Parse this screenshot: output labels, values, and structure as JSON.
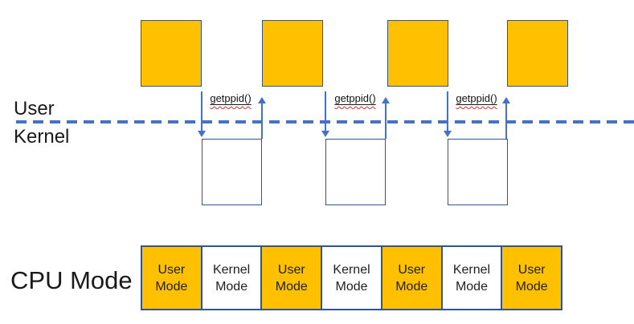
{
  "labels": {
    "user": "User",
    "kernel": "Kernel",
    "cpu_mode": "CPU Mode"
  },
  "syscall_groups": [
    {
      "label": "getppid()"
    },
    {
      "label": "getppid()"
    },
    {
      "label": "getppid()"
    }
  ],
  "cpu_row": {
    "cells": [
      {
        "mode": "user",
        "lines": [
          "User",
          "Mode"
        ]
      },
      {
        "mode": "kernel",
        "lines": [
          "Kernel",
          "Mode"
        ]
      },
      {
        "mode": "user",
        "lines": [
          "User",
          "Mode"
        ]
      },
      {
        "mode": "kernel",
        "lines": [
          "Kernel",
          "Mode"
        ]
      },
      {
        "mode": "user",
        "lines": [
          "User",
          "Mode"
        ]
      },
      {
        "mode": "kernel",
        "lines": [
          "Kernel",
          "Mode"
        ]
      },
      {
        "mode": "user",
        "lines": [
          "User",
          "Mode"
        ]
      }
    ]
  },
  "colors": {
    "process_fill_orange": "#FFC000",
    "box_border_blue": "#2F5597",
    "arrow_blue": "#4472C4",
    "squiggle_red": "#E02B2B",
    "text": "#1A1A1A"
  }
}
